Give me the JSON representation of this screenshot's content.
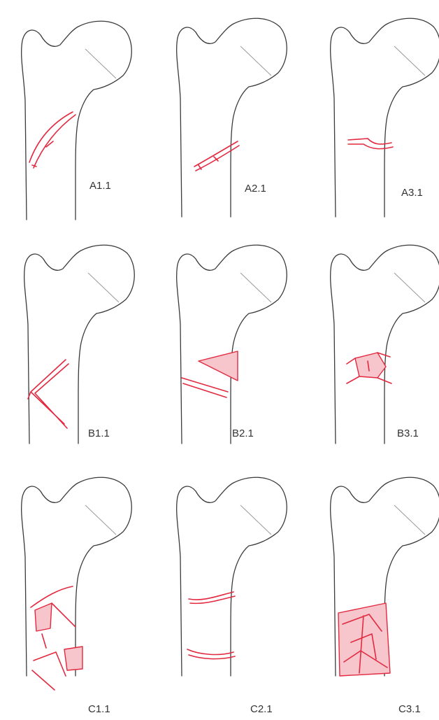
{
  "panels": [
    {
      "label": "A1.1"
    },
    {
      "label": "A2.1"
    },
    {
      "label": "A3.1"
    },
    {
      "label": "B1.1"
    },
    {
      "label": "B2.1"
    },
    {
      "label": "B3.1"
    },
    {
      "label": "C1.1"
    },
    {
      "label": "C2.1"
    },
    {
      "label": "C3.1"
    }
  ],
  "colors": {
    "bone_outline": "#3a3a3a",
    "fracture_line": "#e2293f",
    "fragment_fill": "#f7c6cc",
    "background": "#ffffff"
  }
}
